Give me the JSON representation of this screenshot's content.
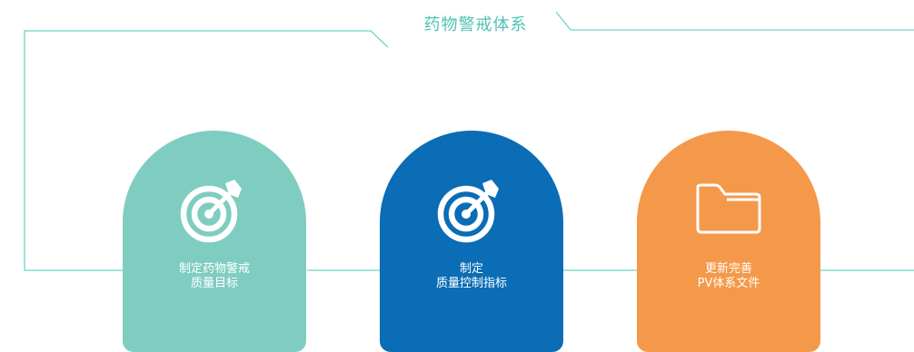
{
  "colors": {
    "line": "#6fd3c7",
    "title": "#4ec3b4",
    "teal": "#7ecdc0",
    "blue": "#0a6db5",
    "orange": "#f4994a",
    "icon": "#ffffff"
  },
  "title": "药物警戒体系",
  "cards": [
    {
      "color": "teal",
      "icon": "target-arrow-icon",
      "lines": [
        "制定药物警戒",
        "质量目标"
      ]
    },
    {
      "color": "blue",
      "icon": "target-arrow-icon",
      "lines": [
        "制定",
        "质量控制指标"
      ]
    },
    {
      "color": "orange",
      "icon": "folder-icon",
      "lines": [
        "更新完善",
        "PV体系文件"
      ]
    }
  ]
}
